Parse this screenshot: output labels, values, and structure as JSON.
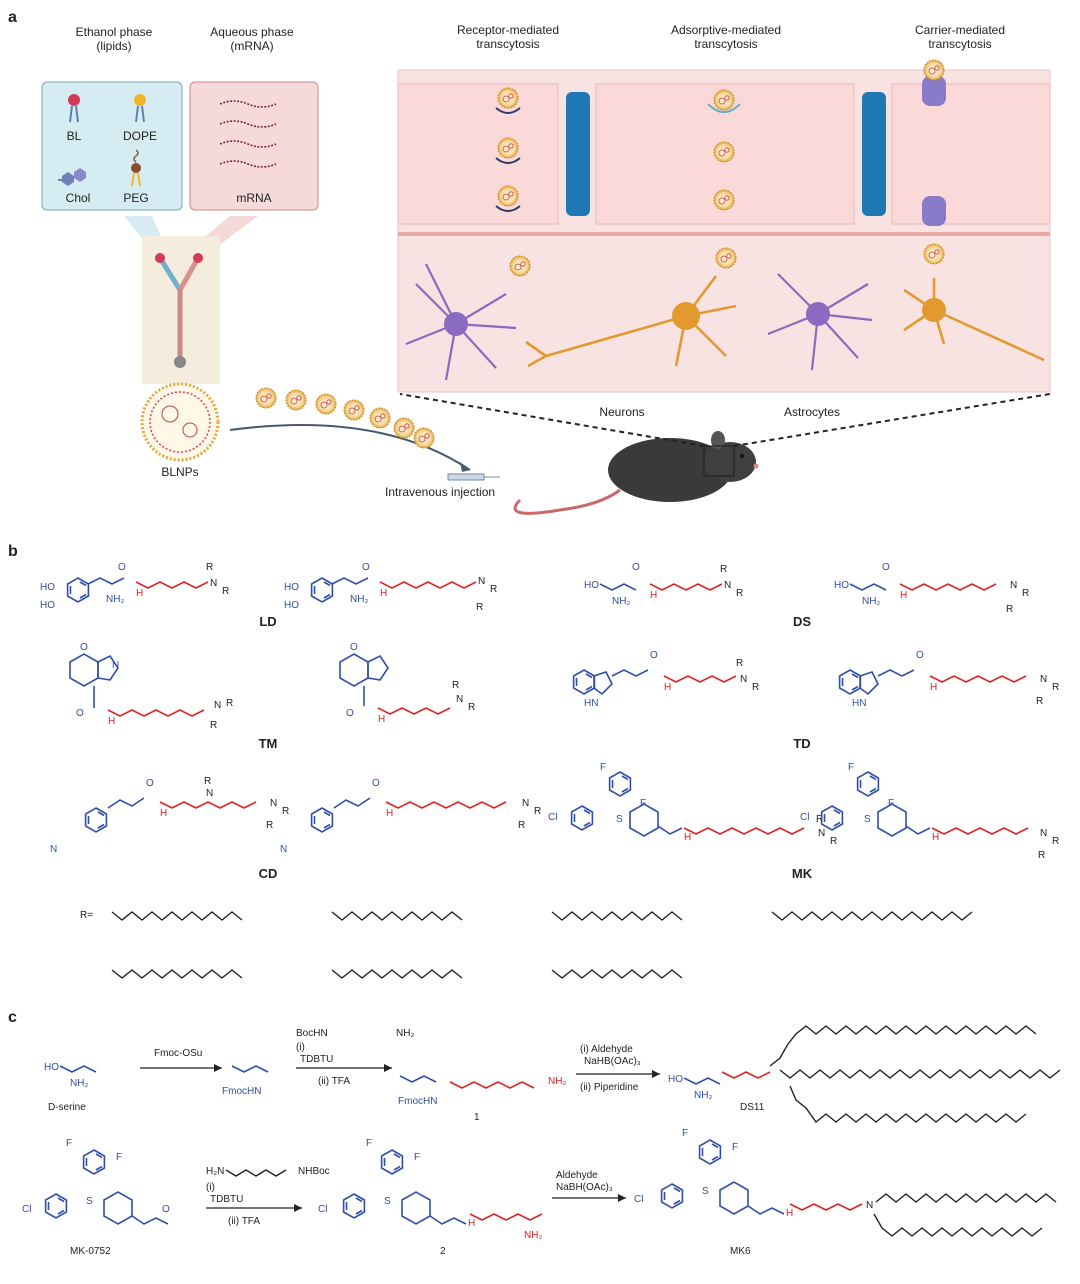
{
  "colors": {
    "accent_blue": "#2f4ea8",
    "linker_red": "#e02020",
    "ethanol_box": "#d6ecf3",
    "aqueous_box": "#f6dada",
    "tissue_pink": "#f8e2e2",
    "endothelial_blue": "#1f77b4",
    "neuron_orange": "#e29a2e",
    "astrocyte_purple": "#8a6bbf"
  },
  "panel_a": {
    "label": "a",
    "ethanol_phase": {
      "title": "Ethanol phase\n(lipids)",
      "title_line1": "Ethanol phase",
      "title_line2": "(lipids)",
      "items": [
        "BL",
        "DOPE",
        "Chol",
        "PEG"
      ]
    },
    "aqueous_phase": {
      "title_line1": "Aqueous phase",
      "title_line2": "(mRNA)",
      "item": "mRNA"
    },
    "nanoparticle_label": "BLNPs",
    "injection_label": "Intravenous injection",
    "pathways": [
      {
        "line1": "Receptor-mediated",
        "line2": "transcytosis"
      },
      {
        "line1": "Adsorptive-mediated",
        "line2": "transcytosis"
      },
      {
        "line1": "Carrier-mediated",
        "line2": "transcytosis"
      }
    ],
    "cell_labels": [
      "Neurons",
      "Astrocytes"
    ]
  },
  "panel_b": {
    "label": "b",
    "compound_labels": [
      "LD",
      "DS",
      "TM",
      "TD",
      "CD",
      "MK"
    ],
    "r_label": "R=",
    "atoms": {
      "HO": "HO",
      "NH2": "NH₂",
      "N": "N",
      "H": "H",
      "O": "O",
      "R": "R",
      "F": "F",
      "Cl": "Cl",
      "S": "S",
      "HN": "HN"
    }
  },
  "panel_c": {
    "label": "c",
    "row1": {
      "start": "D-serine",
      "step1": "Fmoc-OSu",
      "step2_reagent": "BocHN",
      "step2_reagent_tail": "NH₂",
      "step2_i": "(i)",
      "step2_coupling": "TDBTU",
      "step2_ii": "(ii) TFA",
      "intermediate": "1",
      "step3_i": "(i) Aldehyde",
      "step3_reductant": "NaHB(OAc)₃",
      "step3_ii": "(ii) Piperidine",
      "product": "DS11",
      "fmoc_label": "FmocHN"
    },
    "row2": {
      "start": "MK-0752",
      "step1_reagent_left": "H₂N",
      "step1_reagent_right": "NHBoc",
      "step1_i": "(i)",
      "step1_coupling": "TDBTU",
      "step1_ii": "(ii) TFA",
      "intermediate": "2",
      "step2_reagent": "Aldehyde",
      "step2_reductant": "NaBH(OAc)₃",
      "product": "MK6"
    }
  }
}
